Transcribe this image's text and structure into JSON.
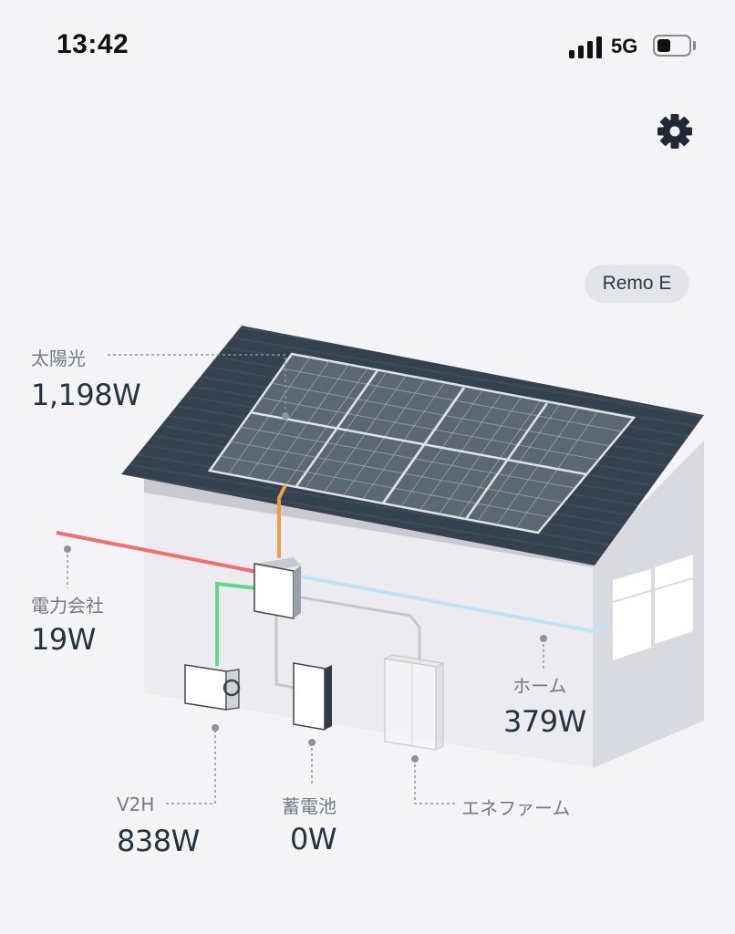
{
  "status_bar": {
    "time": "13:42",
    "network": "5G",
    "signal_icon": "cellular-signal-icon",
    "battery_icon": "battery-icon",
    "battery_fraction": 0.3
  },
  "header": {
    "settings_icon": "gear-icon"
  },
  "device_chip": {
    "label": "Remo E"
  },
  "energy": {
    "solar": {
      "name": "太陽光",
      "value": "1,198W",
      "line_color": "#f29a4a"
    },
    "grid": {
      "name": "電力会社",
      "value": "19W",
      "line_color": "#ee7070"
    },
    "home": {
      "name": "ホーム",
      "value": "379W",
      "line_color": "#bfe2f7"
    },
    "v2h": {
      "name": "V2H",
      "value": "838W",
      "line_color": "#5fd88a"
    },
    "battery": {
      "name": "蓄電池",
      "value": "0W"
    },
    "enefarm": {
      "name": "エネファーム"
    }
  },
  "colors": {
    "background": "#f4f4f7",
    "roof": "#34414e",
    "text_primary": "#243340",
    "text_secondary": "#6f7a85"
  }
}
